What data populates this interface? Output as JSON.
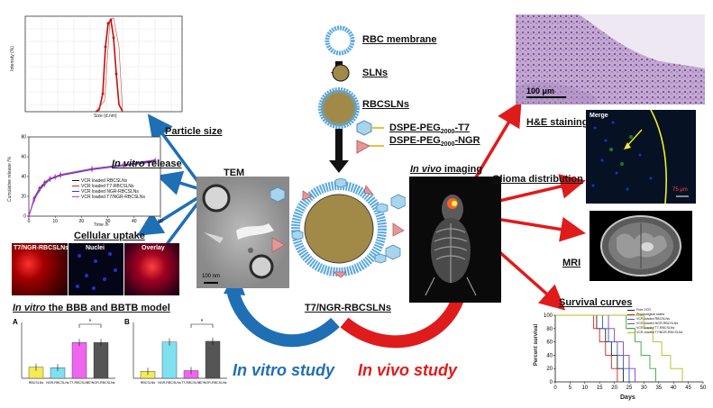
{
  "labels": {
    "particle_size": "Particle size",
    "in_vitro_release_italic": "In vitro",
    "in_vitro_release_rest": " release",
    "cellular_uptake": "Cellular uptake",
    "bbb_italic": "In vitro",
    "bbb_rest": " the BBB and  BBTB model",
    "tem": "TEM",
    "rbc_membrane": "RBC membrane",
    "slns": "SLNs",
    "rbcslns": "RBCSLNs",
    "dspe_t7": "DSPE-PEG",
    "dspe_t7_sub": "2000",
    "dspe_t7_end": "-T7",
    "dspe_ngr": "DSPE-PEG",
    "dspe_ngr_sub": "2000",
    "dspe_ngr_end": "-NGR",
    "t7ngr_rbcslns": "T7/NGR-RBCSLNs",
    "in_vivo_imaging_italic": "In vivo",
    "in_vivo_imaging_rest": " imaging",
    "he_staining": "H&E staining",
    "glioma_distribution": "Glioma distribution",
    "mri": "MRI",
    "survival_curves": "Survival curves",
    "in_vitro_study": "In vitro study",
    "in_vivo_study": "In vivo study"
  },
  "micrographs": {
    "he_scale": "100 μm",
    "merge": "Merge",
    "glioma_scale": "75 μm",
    "tem_scale": "100 nm",
    "uptake_panels": [
      "T7/NGR-RBCSLNs",
      "Nuclei",
      "Overlay"
    ]
  },
  "colors": {
    "in_vitro_blue": "#1f6fb5",
    "in_vivo_red": "#e01b1b"
  },
  "chart_data": [
    {
      "type": "line",
      "title": "",
      "xlabel": "Time /h",
      "ylabel": "Cumulative release /%",
      "x": [
        0,
        2,
        4,
        6,
        8,
        10,
        12,
        24,
        36,
        48
      ],
      "series": [
        {
          "name": "VCR loaded RBCSLNs",
          "values": [
            0,
            18,
            28,
            34,
            38,
            40,
            42,
            48,
            52,
            56
          ]
        },
        {
          "name": "VCR loaded T7-RBCSLNs",
          "values": [
            0,
            17,
            27,
            33,
            37,
            40,
            41,
            47,
            51,
            55
          ]
        },
        {
          "name": "VCR loaded NGR-RBCSLNs",
          "values": [
            0,
            16,
            26,
            32,
            37,
            39,
            41,
            47,
            51,
            55
          ]
        },
        {
          "name": "VCR loaded T7/NGR-RBCSLNs",
          "values": [
            0,
            17,
            27,
            33,
            38,
            40,
            42,
            48,
            52,
            57
          ]
        }
      ],
      "ylim": [
        0,
        80
      ],
      "xlim": [
        0,
        50
      ]
    },
    {
      "type": "bar",
      "panel": "A",
      "categories": [
        "RBCSLNs",
        "NGR-RBCSLNs",
        "T7-RBCSLNs",
        "T7/NGR-RBCSLNs"
      ],
      "values": [
        20,
        19,
        64,
        64
      ],
      "colors": [
        "#f4ea55",
        "#7fe0f0",
        "#ee66ee",
        "#555555"
      ],
      "ylim": [
        0,
        100
      ]
    },
    {
      "type": "bar",
      "panel": "B",
      "categories": [
        "RBCSLNs",
        "NGR-RBCSLNs",
        "T7-RBCSLNs",
        "T7/NGR-RBCSLNs"
      ],
      "values": [
        10,
        52,
        11,
        53
      ],
      "colors": [
        "#f4ea55",
        "#7fe0f0",
        "#ee66ee",
        "#555555"
      ],
      "ylim": [
        0,
        80
      ]
    },
    {
      "type": "line",
      "title": "Survival curves",
      "xlabel": "Days",
      "ylabel": "Percent survival",
      "xlim": [
        0,
        50
      ],
      "ylim": [
        0,
        100
      ],
      "xticks": [
        0,
        5,
        10,
        15,
        20,
        25,
        30,
        35,
        40,
        45,
        50
      ],
      "yticks": [
        0,
        20,
        40,
        60,
        80,
        100
      ],
      "series": [
        {
          "name": "Free VCR",
          "color": "#222222",
          "steps": [
            [
              0,
              100
            ],
            [
              14,
              100
            ],
            [
              14,
              80
            ],
            [
              17,
              60
            ],
            [
              19,
              40
            ],
            [
              21,
              20
            ],
            [
              23,
              0
            ]
          ]
        },
        {
          "name": "Physiological saline",
          "color": "#d62020",
          "steps": [
            [
              0,
              100
            ],
            [
              13,
              100
            ],
            [
              13,
              80
            ],
            [
              15,
              60
            ],
            [
              17,
              40
            ],
            [
              19,
              20
            ],
            [
              21,
              0
            ]
          ]
        },
        {
          "name": "VCR-loaded RBCSLNs",
          "color": "#2e5fc9",
          "steps": [
            [
              0,
              100
            ],
            [
              16,
              100
            ],
            [
              16,
              80
            ],
            [
              18,
              60
            ],
            [
              21,
              40
            ],
            [
              23,
              20
            ],
            [
              25,
              0
            ]
          ]
        },
        {
          "name": "VCR-loaded NGR-RBCSLNs",
          "color": "#8a3fb0",
          "steps": [
            [
              0,
              100
            ],
            [
              18,
              100
            ],
            [
              18,
              80
            ],
            [
              20,
              60
            ],
            [
              23,
              40
            ],
            [
              25,
              20
            ],
            [
              27,
              0
            ]
          ]
        },
        {
          "name": "VCR-loaded T7-RBCSLNs",
          "color": "#3aa63a",
          "steps": [
            [
              0,
              100
            ],
            [
              24,
              100
            ],
            [
              24,
              80
            ],
            [
              27,
              60
            ],
            [
              29,
              40
            ],
            [
              32,
              20
            ],
            [
              34,
              0
            ]
          ]
        },
        {
          "name": "VCR-loaded T7/NGR-RBCSLNs",
          "color": "#b8b820",
          "steps": [
            [
              0,
              100
            ],
            [
              30,
              100
            ],
            [
              30,
              80
            ],
            [
              33,
              60
            ],
            [
              36,
              40
            ],
            [
              39,
              20
            ],
            [
              43,
              0
            ]
          ]
        }
      ]
    },
    {
      "type": "line",
      "panel": "particle-size",
      "xlabel": "Size (d.nm)",
      "ylabel": "Intensity (%)",
      "series": [
        {
          "name": "intensity",
          "values": [
            0,
            2,
            10,
            22,
            28,
            18,
            6,
            1,
            0
          ]
        }
      ]
    }
  ]
}
